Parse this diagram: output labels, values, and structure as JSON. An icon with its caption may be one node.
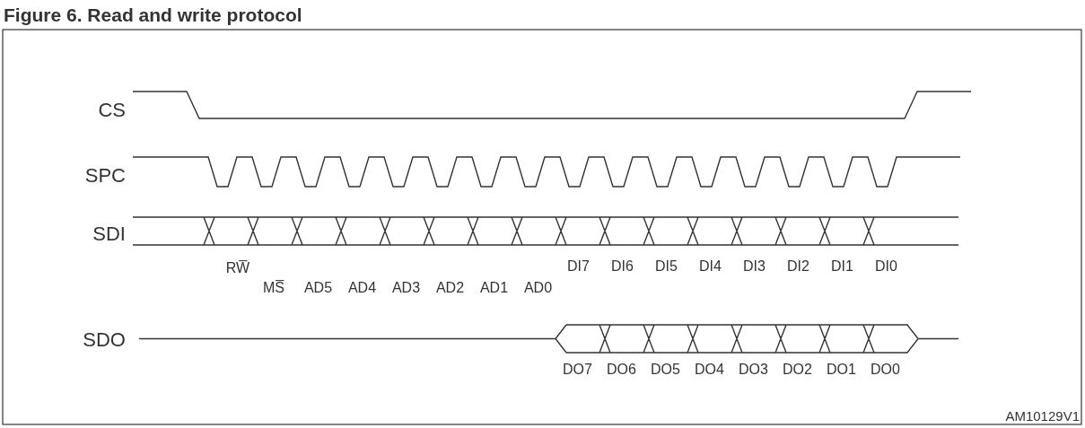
{
  "diagram": {
    "title": "Figure 6. Read and write protocol",
    "labels": [
      "CS",
      "SPC",
      "SDI",
      "RW̅",
      "DI7",
      "DI6",
      "DI5",
      "DI4",
      "DI3",
      "DI2",
      "DI1",
      "DI0",
      "MS̅",
      "AD5",
      "AD4",
      "AD3",
      "AD2",
      "AD1",
      "AD0",
      "SDO",
      "DO7",
      "DO6",
      "DO5",
      "DO4",
      "DO3",
      "DO2",
      "DO1",
      "DO0",
      "AM10129V1"
    ]
  }
}
